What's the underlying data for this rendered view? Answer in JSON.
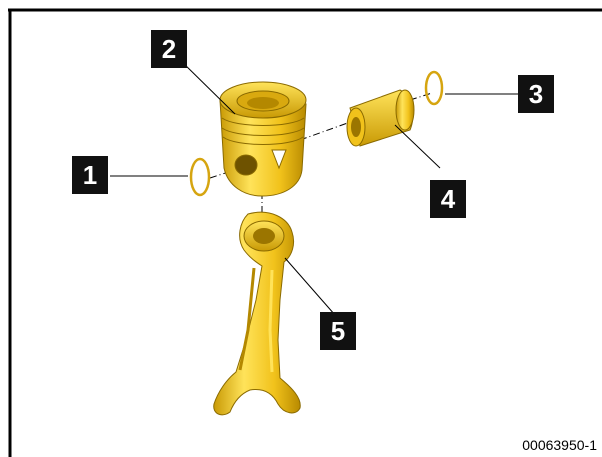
{
  "diagram": {
    "figure_id": "00063950-1",
    "callouts": [
      {
        "label": "1",
        "part": "circlip-left"
      },
      {
        "label": "2",
        "part": "piston"
      },
      {
        "label": "3",
        "part": "circlip-right"
      },
      {
        "label": "4",
        "part": "piston-pin"
      },
      {
        "label": "5",
        "part": "connecting-rod"
      }
    ],
    "colors": {
      "part_fill": "#f1c21b",
      "part_shadow": "#c99a05",
      "part_highlight": "#ffe35a",
      "callout_bg": "#111111",
      "leader_line": "#000000",
      "frame": "#000000"
    }
  }
}
